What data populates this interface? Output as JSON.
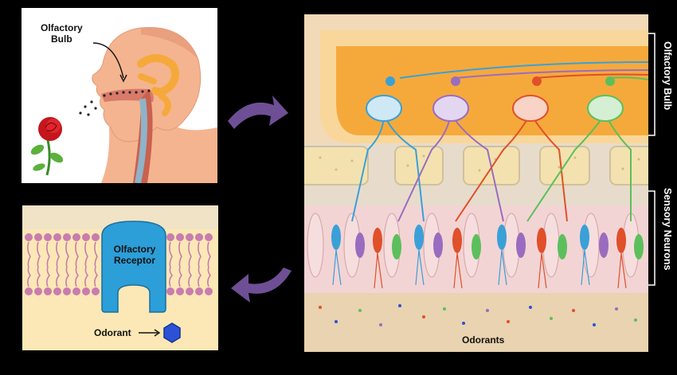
{
  "labels": {
    "olfactory_bulb_callout": "Olfactory\nBulb",
    "olfactory_bulb_side": "Olfactory Bulb",
    "sensory_neurons_side": "Sensory Neurons",
    "odorants": "Odorants",
    "olfactory_receptor": "Olfactory\nReceptor",
    "odorant": "Odorant"
  },
  "colors": {
    "background": "#000000",
    "skin": "#f4b48f",
    "bulb_orange": "#f6a93b",
    "neuron_blue": "#3aa0d8",
    "neuron_purple": "#9a6cc0",
    "neuron_red": "#e0502a",
    "neuron_green": "#5cbf5c",
    "arrow_purple": "#6e4f96",
    "membrane_pink": "#c97cad",
    "odorant_blue": "#2b52d6"
  }
}
